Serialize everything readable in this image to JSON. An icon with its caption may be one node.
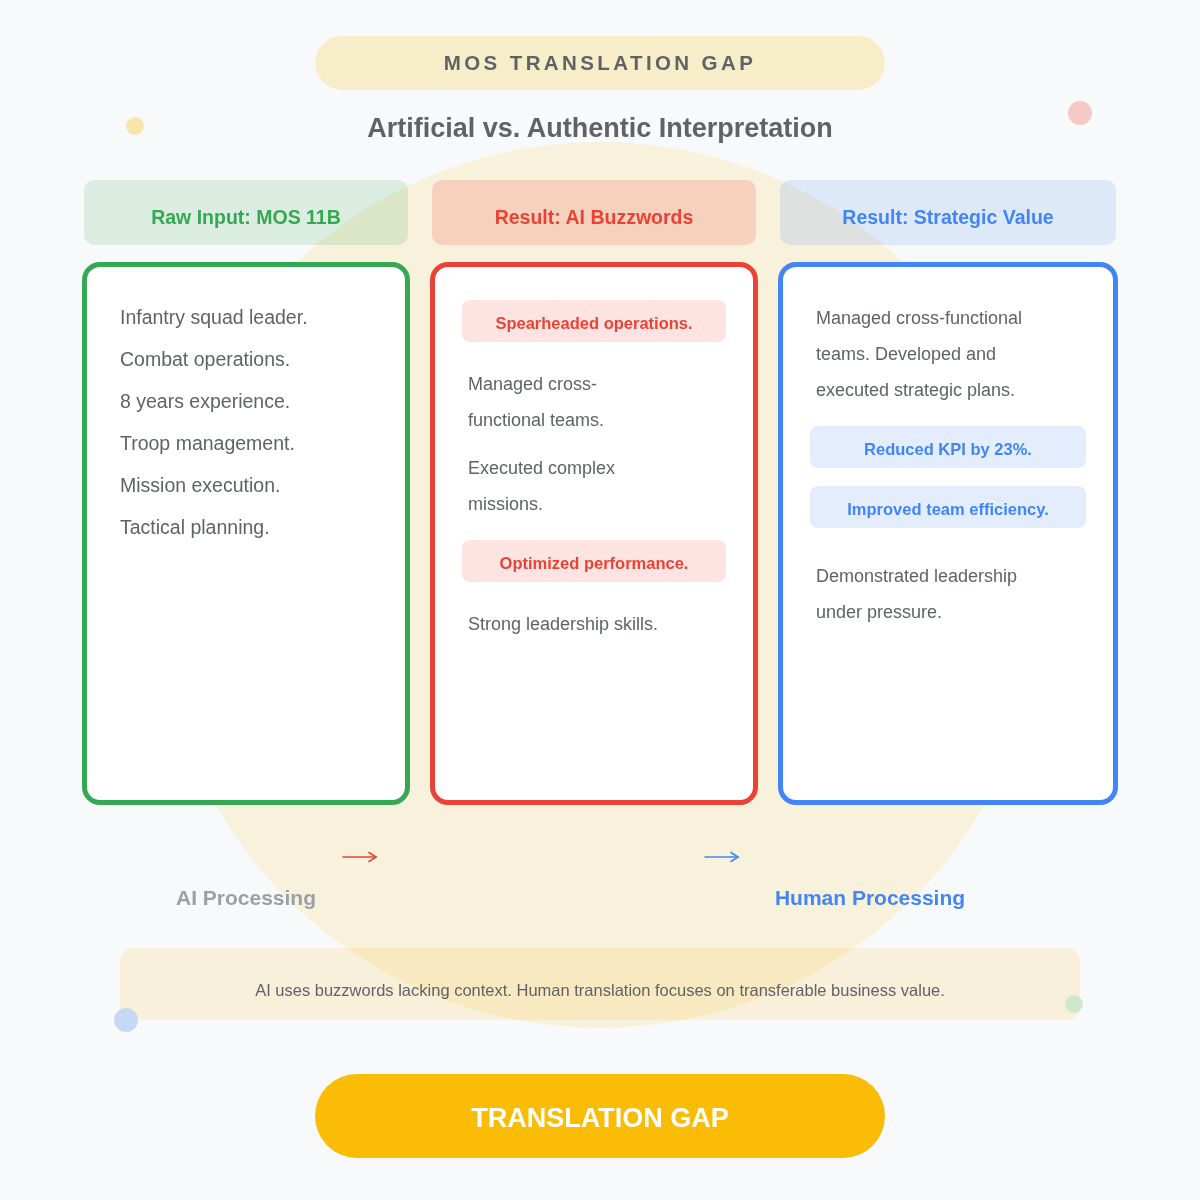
{
  "diagram": {
    "title": "Artificial vs. Authentic Interpretation",
    "nodes": [
      {
        "text": [
          "MOS TRANSLATION GAP"
        ]
      },
      {
        "text": [
          "Raw Input: MOS 11B"
        ]
      },
      {
        "text": [
          "Result: AI Buzzwords"
        ]
      },
      {
        "text": [
          "Result: Strategic Value"
        ]
      },
      {
        "text": [
          "Infantry squad leader.",
          "Combat operations.",
          "8 years experience.",
          "Troop management.",
          "Mission execution.",
          "Tactical planning."
        ]
      },
      {
        "text": [
          "Managed cross-functional teams.",
          "Executed complex missions.",
          "Strong leadership skills."
        ]
      },
      {
        "text": [
          "Spearheaded operations."
        ],
        "in": 5
      },
      {
        "text": [
          "Optimized performance."
        ],
        "in": 5
      },
      {
        "text": [
          "Managed cross-functional teams. Developed and executed strategic plans.",
          "Demonstrated leadership under pressure."
        ]
      },
      {
        "text": [
          "Reduced KPI by 23%."
        ],
        "in": 8
      },
      {
        "text": [
          "Improved team efficiency."
        ],
        "in": 8
      },
      {
        "text": [
          "AI uses buzzwords lacking context. Human translation focuses on transferable business value."
        ]
      },
      {
        "text": [
          "TRANSLATION GAP"
        ]
      }
    ],
    "labels": [
      "AI Processing",
      "Human Processing"
    ]
  }
}
